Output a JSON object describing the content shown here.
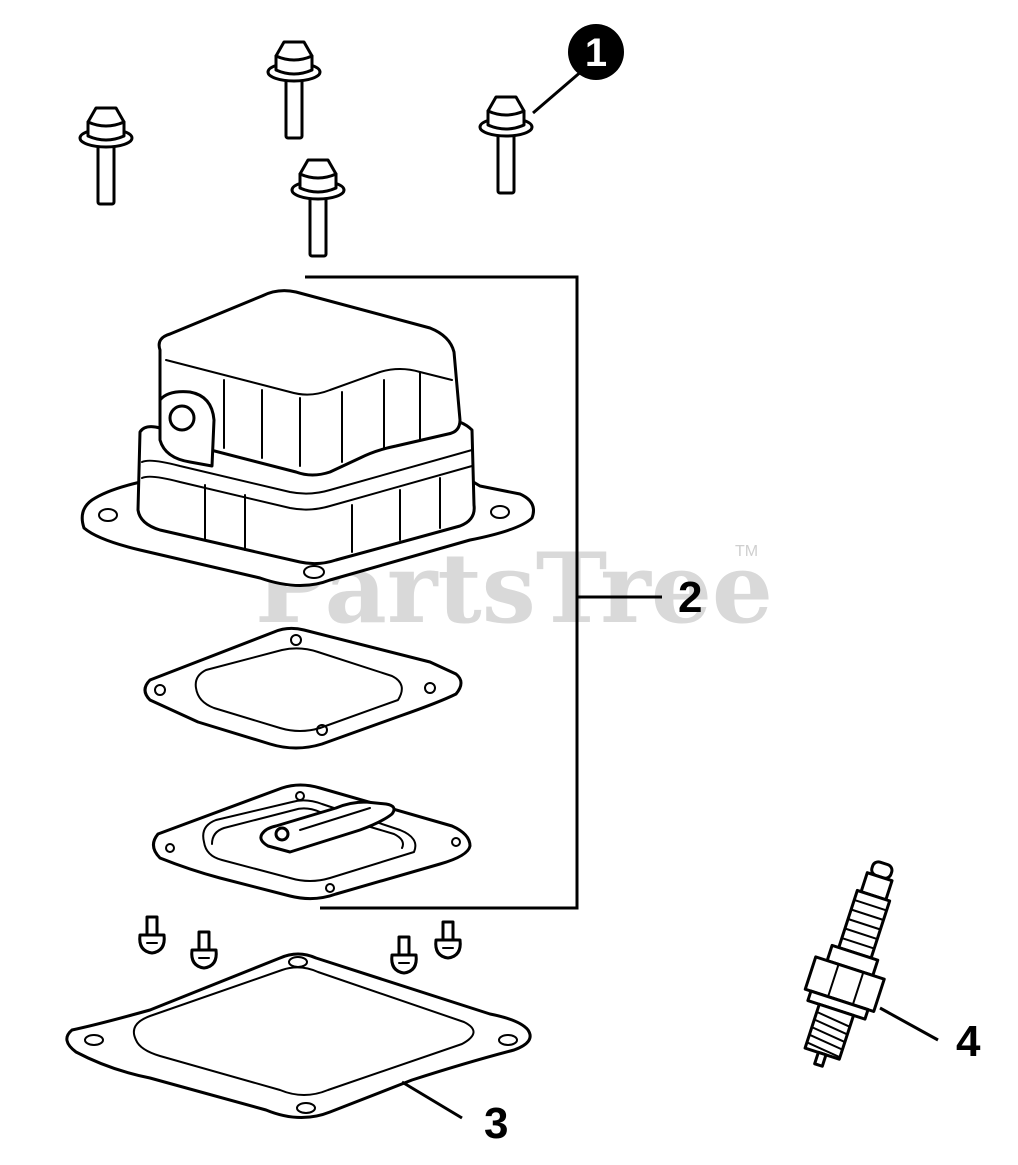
{
  "watermark": {
    "text": "PartsTree",
    "trademark": "TM"
  },
  "callouts": [
    {
      "id": "1",
      "label": "1",
      "style": "filled-badge"
    },
    {
      "id": "2",
      "label": "2"
    },
    {
      "id": "3",
      "label": "3"
    },
    {
      "id": "4",
      "label": "4"
    }
  ],
  "colors": {
    "line": "#000000",
    "watermark": "#d9d9d9",
    "background": "#ffffff"
  }
}
